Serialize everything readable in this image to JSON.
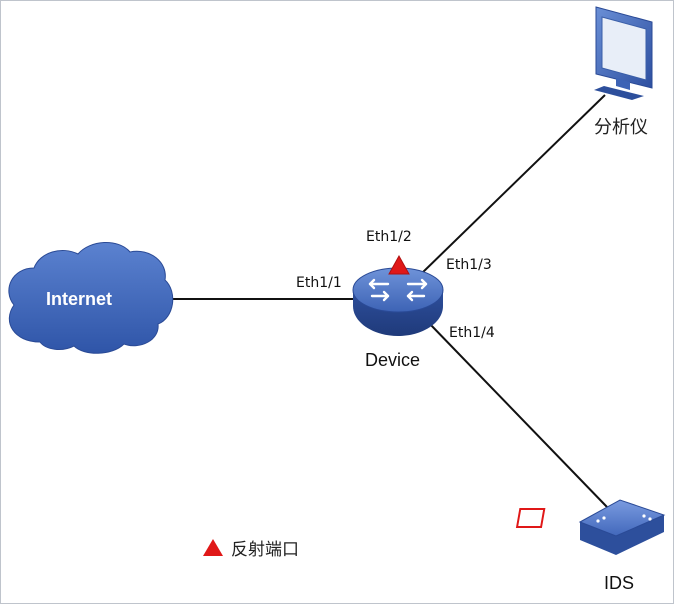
{
  "nodes": {
    "internet": "Internet",
    "device": "Device",
    "analyzer": "分析仪",
    "ids": "IDS"
  },
  "ports": {
    "eth1_1": "Eth1/1",
    "eth1_2": "Eth1/2",
    "eth1_3": "Eth1/3",
    "eth1_4": "Eth1/4"
  },
  "legend": {
    "marker_icon": "red-triangle",
    "label": "反射端口"
  },
  "colors": {
    "node_blue": "#3a62b8",
    "reflect_port_marker": "#e01818",
    "link": "#111111"
  }
}
